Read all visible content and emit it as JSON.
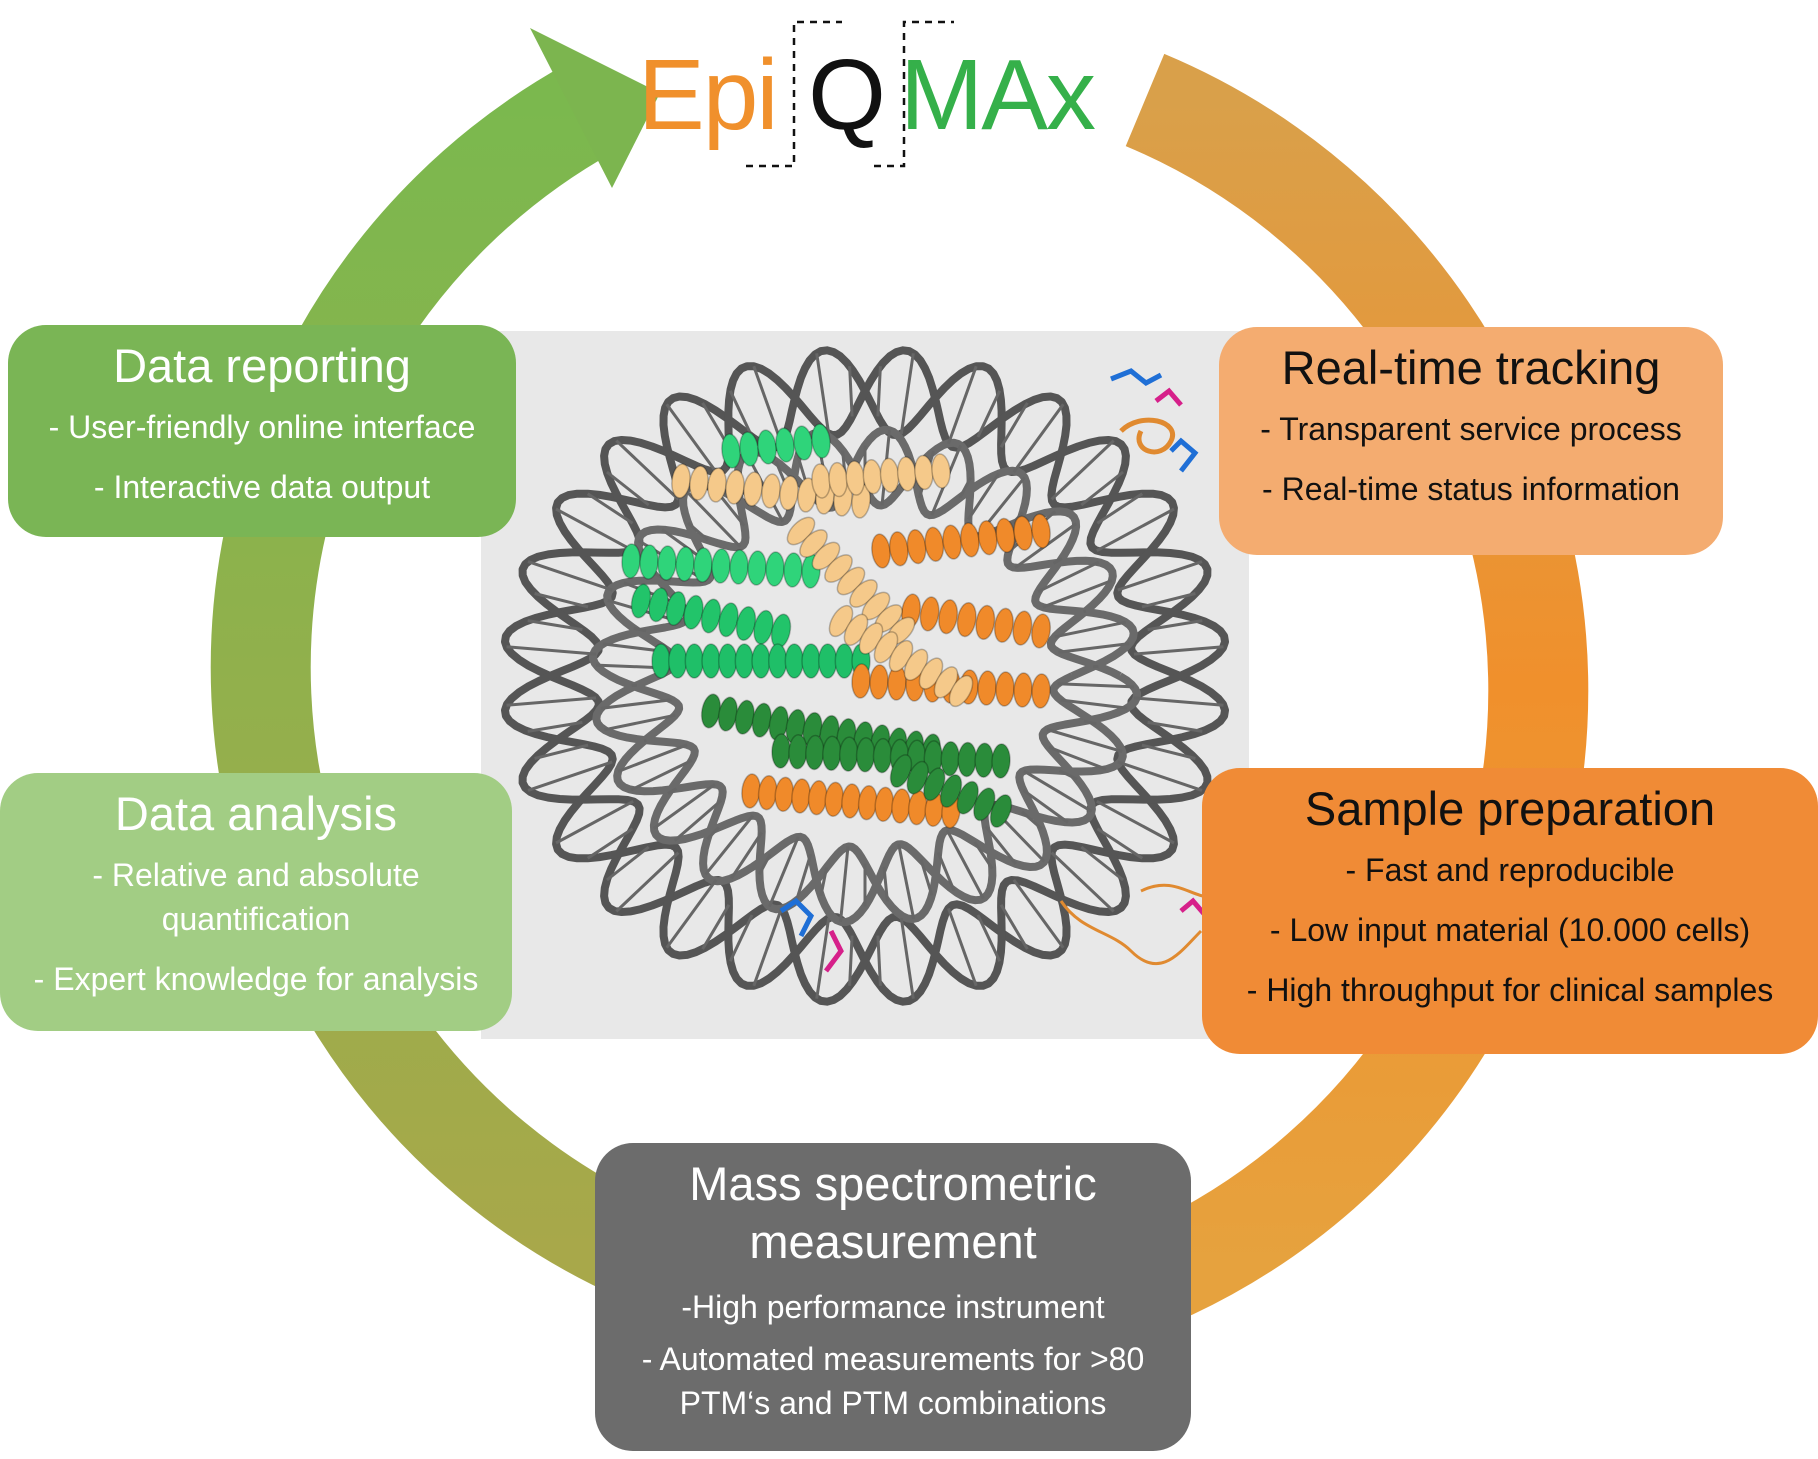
{
  "logo": {
    "part1": "Epi",
    "part2": "Q",
    "part3": "MAx"
  },
  "colors": {
    "green_arrow": "#8fb043",
    "orange_arrow": "#f0902c",
    "reporting_box": "#7ab555",
    "analysis_box": "#a2cd84",
    "tracking_box": "#f4ac70",
    "sample_box": "#f08b36",
    "measurement_box": "#6c6c6c",
    "panel_background": "#e8e8e8",
    "dna": "#555555"
  },
  "boxes": {
    "reporting": {
      "title": "Data reporting",
      "lines": [
        "- User-friendly online interface",
        "- Interactive data output"
      ]
    },
    "analysis": {
      "title": "Data analysis",
      "lines": [
        "- Relative and absolute quantification",
        "- Expert knowledge for analysis"
      ]
    },
    "tracking": {
      "title": "Real-time tracking",
      "lines": [
        "- Transparent service process",
        "- Real-time status information"
      ]
    },
    "sample": {
      "title": "Sample preparation",
      "lines": [
        "- Fast and reproducible",
        "- Low input material (10.000 cells)",
        "- High throughput for clinical samples"
      ]
    },
    "measurement": {
      "title": "Mass spectrometric measurement",
      "lines": [
        "-High performance instrument",
        "- Automated measurements for >80 PTM‘s and PTM combinations"
      ]
    }
  }
}
